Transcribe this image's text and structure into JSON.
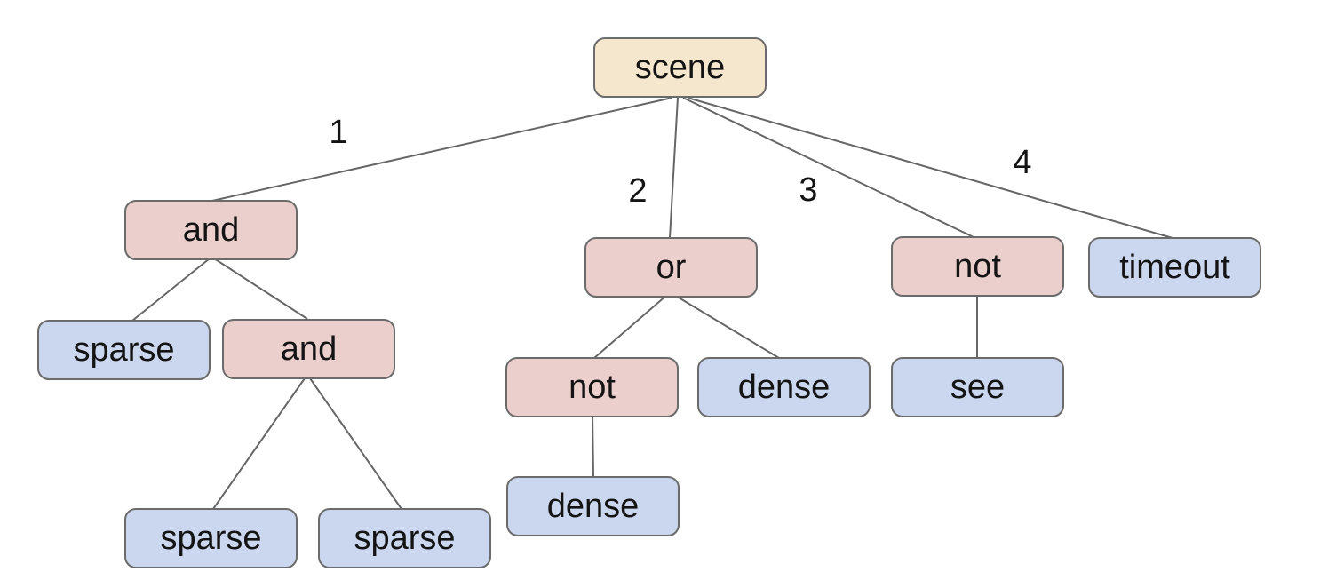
{
  "diagram": {
    "type": "tree",
    "background": "#ffffff",
    "colors": {
      "root_fill": "#f5e7cd",
      "operator_fill": "#ebcfcc",
      "leaf_fill": "#cbd7ef",
      "node_border": "#6b6b6b",
      "edge_stroke": "#666666",
      "text": "#141414"
    }
  },
  "nodes": [
    {
      "id": "scene",
      "label": "scene",
      "type": "root"
    },
    {
      "id": "and-1",
      "label": "and",
      "type": "operator"
    },
    {
      "id": "sparse-1",
      "label": "sparse",
      "type": "leaf"
    },
    {
      "id": "and-2",
      "label": "and",
      "type": "operator"
    },
    {
      "id": "sparse-2",
      "label": "sparse",
      "type": "leaf"
    },
    {
      "id": "sparse-3",
      "label": "sparse",
      "type": "leaf"
    },
    {
      "id": "or-1",
      "label": "or",
      "type": "operator"
    },
    {
      "id": "not-2",
      "label": "not",
      "type": "operator"
    },
    {
      "id": "dense-1",
      "label": "dense",
      "type": "leaf"
    },
    {
      "id": "dense-2",
      "label": "dense",
      "type": "leaf"
    },
    {
      "id": "not-1",
      "label": "not",
      "type": "operator"
    },
    {
      "id": "see",
      "label": "see",
      "type": "leaf"
    },
    {
      "id": "timeout",
      "label": "timeout",
      "type": "leaf"
    }
  ],
  "edge_labels": [
    "1",
    "2",
    "3",
    "4"
  ],
  "edges": [
    {
      "from": "scene",
      "to": "and-1",
      "label": "1"
    },
    {
      "from": "scene",
      "to": "or-1",
      "label": "2"
    },
    {
      "from": "scene",
      "to": "not-1",
      "label": "3"
    },
    {
      "from": "scene",
      "to": "timeout",
      "label": "4"
    },
    {
      "from": "and-1",
      "to": "sparse-1"
    },
    {
      "from": "and-1",
      "to": "and-2"
    },
    {
      "from": "and-2",
      "to": "sparse-2"
    },
    {
      "from": "and-2",
      "to": "sparse-3"
    },
    {
      "from": "or-1",
      "to": "not-2"
    },
    {
      "from": "or-1",
      "to": "dense-1"
    },
    {
      "from": "not-2",
      "to": "dense-2"
    },
    {
      "from": "not-1",
      "to": "see"
    }
  ]
}
